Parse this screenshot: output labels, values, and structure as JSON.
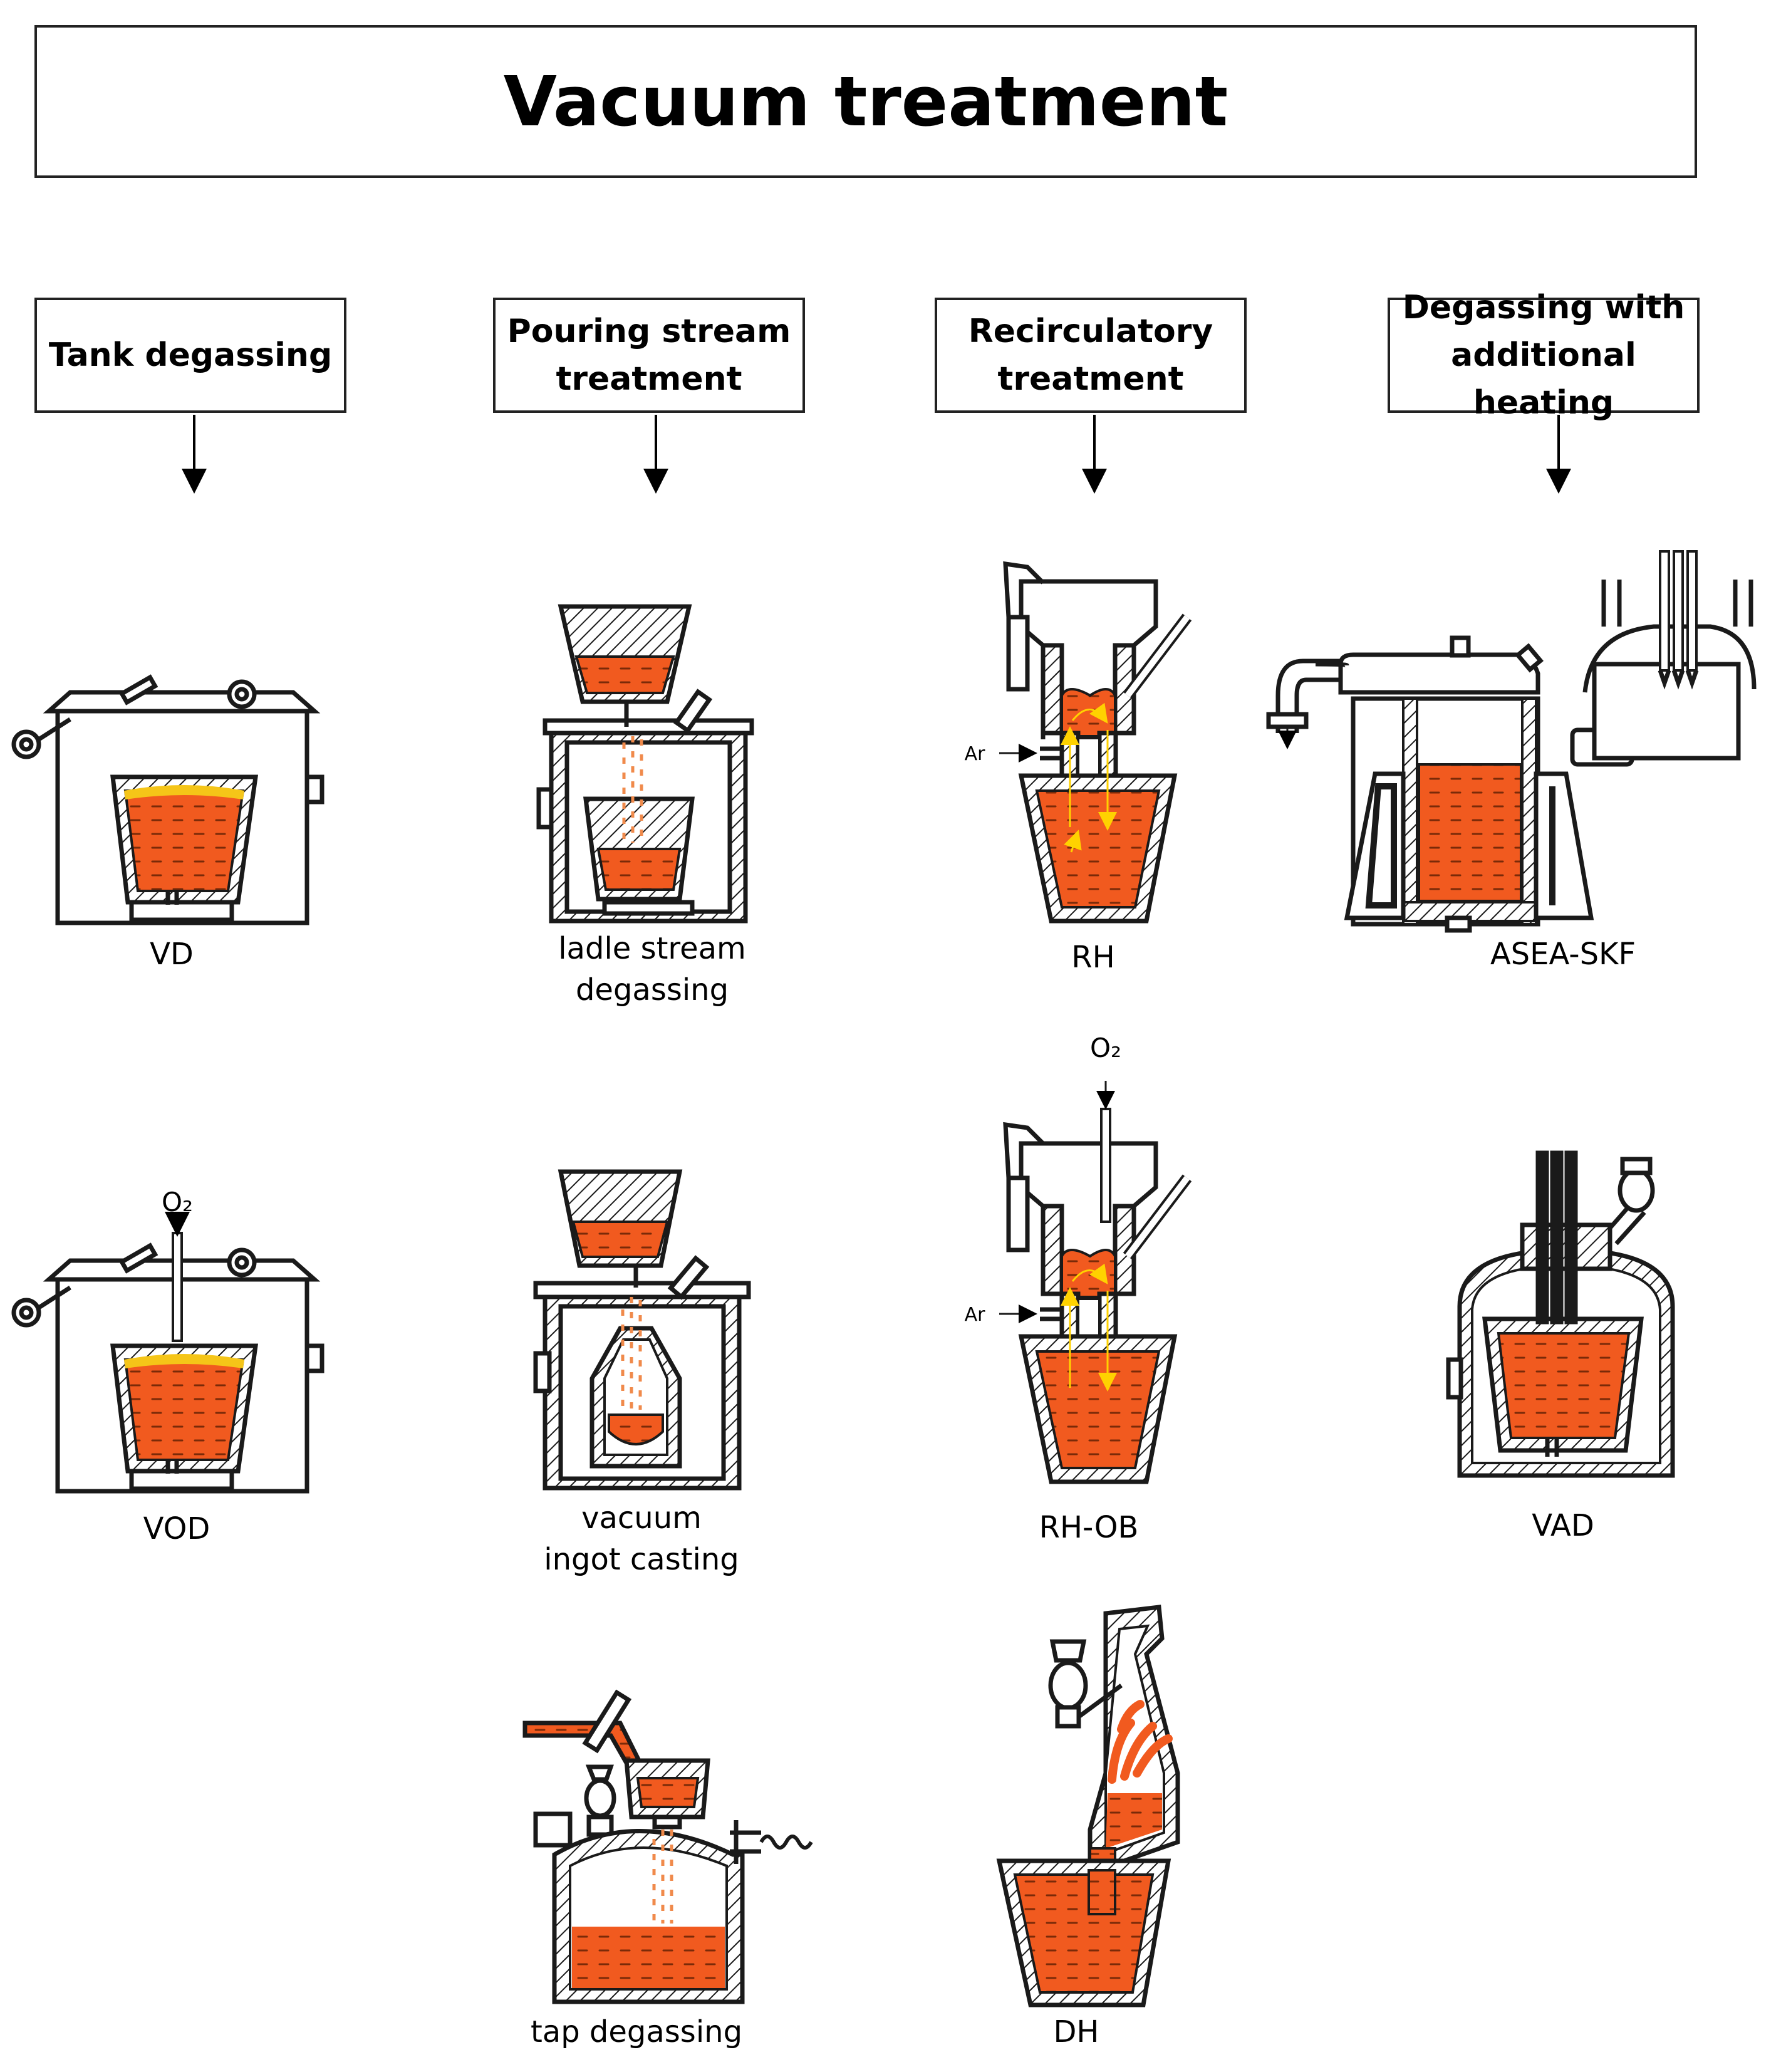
{
  "title": "Vacuum treatment",
  "categories": [
    {
      "line1": "Tank degassing",
      "line2": ""
    },
    {
      "line1": "Pouring stream",
      "line2": "treatment"
    },
    {
      "line1": "Recirculatory",
      "line2": "treatment"
    },
    {
      "line1": "Degassing with",
      "line2": "additional heating"
    }
  ],
  "processes": {
    "vd": {
      "line1": "VD",
      "line2": ""
    },
    "vod": {
      "line1": "VOD",
      "line2": ""
    },
    "ladle_stream": {
      "line1": "ladle stream",
      "line2": "degassing"
    },
    "vacuum_ingot": {
      "line1": "vacuum",
      "line2": "ingot casting"
    },
    "tap": {
      "line1": "tap degassing",
      "line2": ""
    },
    "rh": {
      "line1": "RH",
      "line2": ""
    },
    "rhob": {
      "line1": "RH-OB",
      "line2": ""
    },
    "dh": {
      "line1": "DH",
      "line2": ""
    },
    "asea": {
      "line1": "ASEA-SKF",
      "line2": ""
    },
    "vad": {
      "line1": "VAD",
      "line2": ""
    }
  },
  "annotations": {
    "ar": "Ar",
    "o2": "O₂"
  },
  "colors": {
    "melt": "#f15a1f",
    "slag": "#f5c518",
    "outline": "#1a1a1a",
    "stream": "#f08a4b",
    "flow_arrow": "#ffd200"
  }
}
